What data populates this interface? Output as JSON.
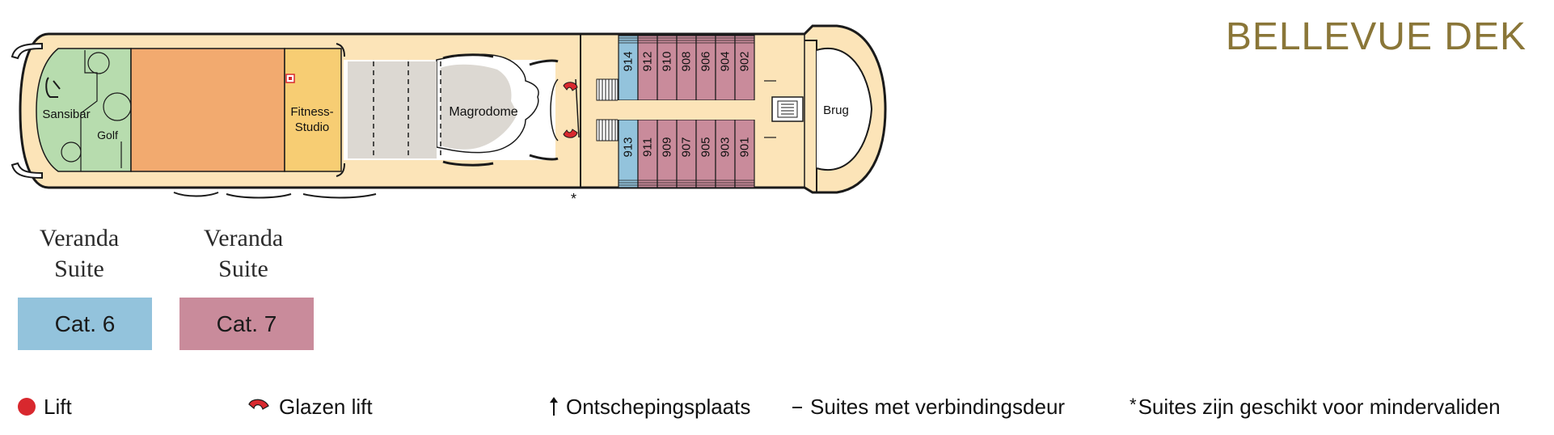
{
  "deck": {
    "title": "BELLEVUE DEK"
  },
  "rooms": {
    "sansibar": "Sansibar",
    "golf": "Golf",
    "fitness_line1": "Fitness-",
    "fitness_line2": "Studio",
    "magrodome": "Magrodome",
    "brug": "Brug"
  },
  "cabins": {
    "top": [
      "914",
      "912",
      "910",
      "908",
      "906",
      "904",
      "902"
    ],
    "bottom": [
      "913",
      "911",
      "909",
      "907",
      "905",
      "903",
      "901"
    ]
  },
  "categories": [
    {
      "line1": "Veranda",
      "line2": "Suite",
      "label": "Cat. 6",
      "color": "#93c3dc"
    },
    {
      "line1": "Veranda",
      "line2": "Suite",
      "label": "Cat. 7",
      "color": "#c98b9b"
    }
  ],
  "legend": {
    "lift": "Lift",
    "glass_lift": "Glazen lift",
    "disembark": "Ontschepingsplaats",
    "connecting": "Suites met verbindingsdeur",
    "accessible": "Suites zijn geschikt voor mindervaliden",
    "accessible_symbol": "*"
  },
  "colors": {
    "deck": "#fce4b8",
    "outline": "#1a1a1a",
    "green": "#b7dcae",
    "orange": "#f2aa6f",
    "fitness": "#f7cd73",
    "magro": "#dcd8d2",
    "cat6": "#93c3dc",
    "cat7": "#c98b9b",
    "lift_red": "#d8282e",
    "title_gold": "#8a7638"
  }
}
